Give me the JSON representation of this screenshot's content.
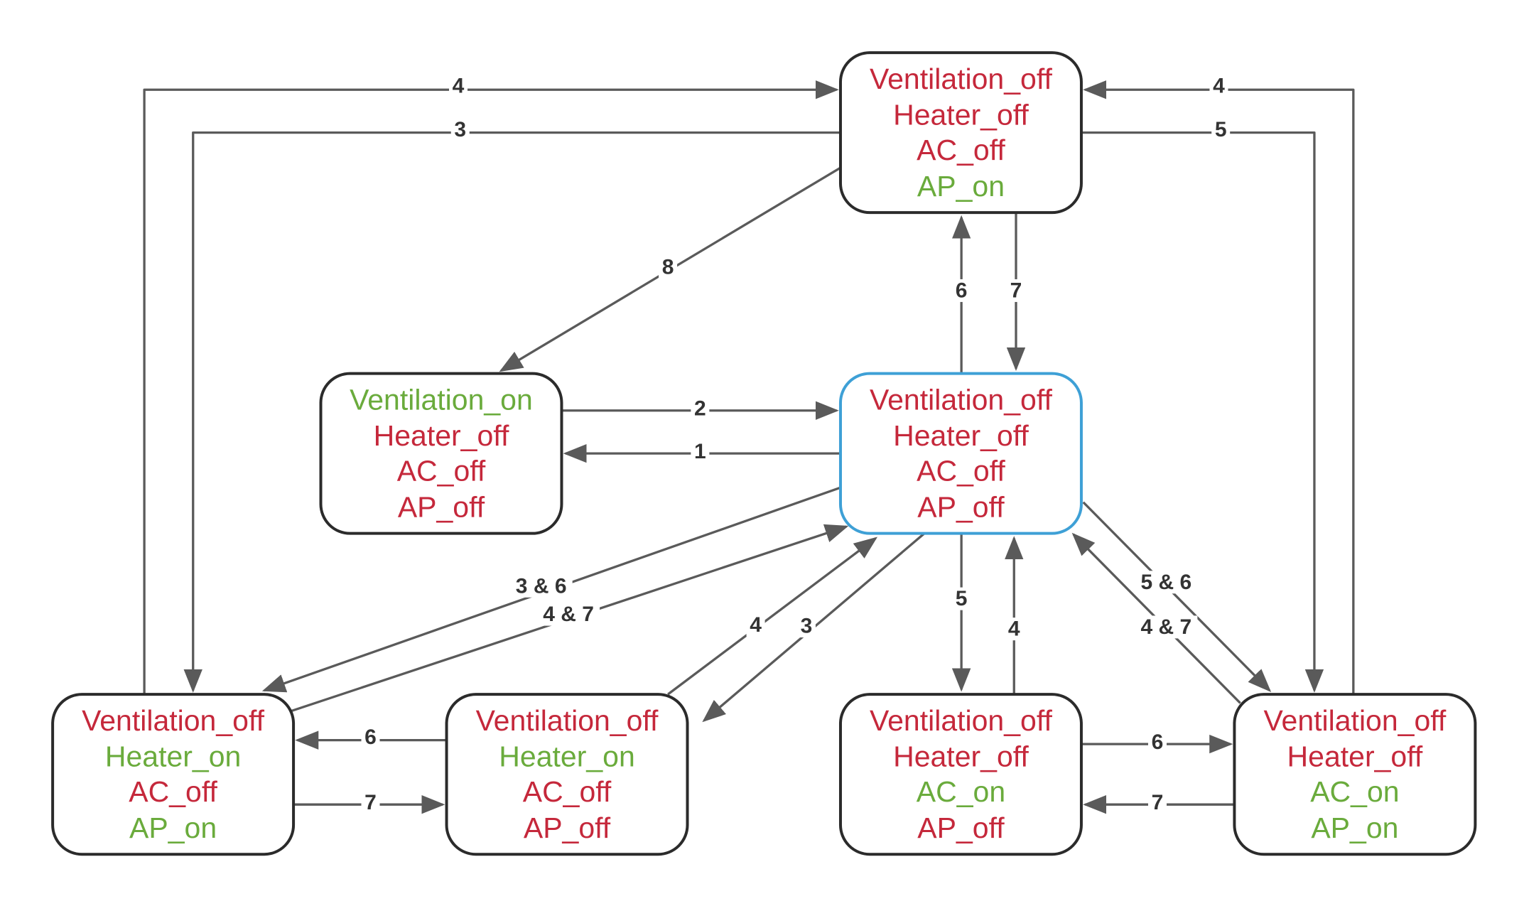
{
  "colors": {
    "on": "#6aab3c",
    "off": "#c5283b",
    "initial_border": "#3ea0d6",
    "border": "#2b2b2b",
    "edge": "#5a5a5a"
  },
  "states": {
    "top": {
      "lines": [
        "Ventilation_off",
        "Heater_off",
        "AC_off",
        "AP_on"
      ],
      "status": [
        "off",
        "off",
        "off",
        "on"
      ]
    },
    "vent": {
      "lines": [
        "Ventilation_on",
        "Heater_off",
        "AC_off",
        "AP_off"
      ],
      "status": [
        "on",
        "off",
        "off",
        "off"
      ]
    },
    "center": {
      "lines": [
        "Ventilation_off",
        "Heater_off",
        "AC_off",
        "AP_off"
      ],
      "status": [
        "off",
        "off",
        "off",
        "off"
      ]
    },
    "heat_ap": {
      "lines": [
        "Ventilation_off",
        "Heater_on",
        "AC_off",
        "AP_on"
      ],
      "status": [
        "off",
        "on",
        "off",
        "on"
      ]
    },
    "heat": {
      "lines": [
        "Ventilation_off",
        "Heater_on",
        "AC_off",
        "AP_off"
      ],
      "status": [
        "off",
        "on",
        "off",
        "off"
      ]
    },
    "ac": {
      "lines": [
        "Ventilation_off",
        "Heater_off",
        "AC_on",
        "AP_off"
      ],
      "status": [
        "off",
        "off",
        "on",
        "off"
      ]
    },
    "ac_ap": {
      "lines": [
        "Ventilation_off",
        "Heater_off",
        "AC_on",
        "AP_on"
      ],
      "status": [
        "off",
        "off",
        "on",
        "on"
      ]
    }
  },
  "transitions": {
    "heat_ap_to_top": "4",
    "top_to_heat_ap": "3",
    "ac_ap_to_top": "4",
    "top_to_ac_ap": "5",
    "top_to_vent": "8",
    "center_to_top": "6",
    "top_to_center": "7",
    "vent_to_center": "2",
    "center_to_vent": "1",
    "center_to_heat_ap": "3 & 6",
    "heat_ap_to_center": "4 & 7",
    "heat_to_center": "4",
    "center_to_heat": "3",
    "center_to_ac": "5",
    "ac_to_center": "4",
    "center_to_ac_ap": "5 & 6",
    "ac_ap_to_center": "4 & 7",
    "heat_to_heat_ap": "6",
    "heat_ap_to_heat": "7",
    "ac_to_ac_ap": "6",
    "ac_ap_to_ac": "7"
  }
}
